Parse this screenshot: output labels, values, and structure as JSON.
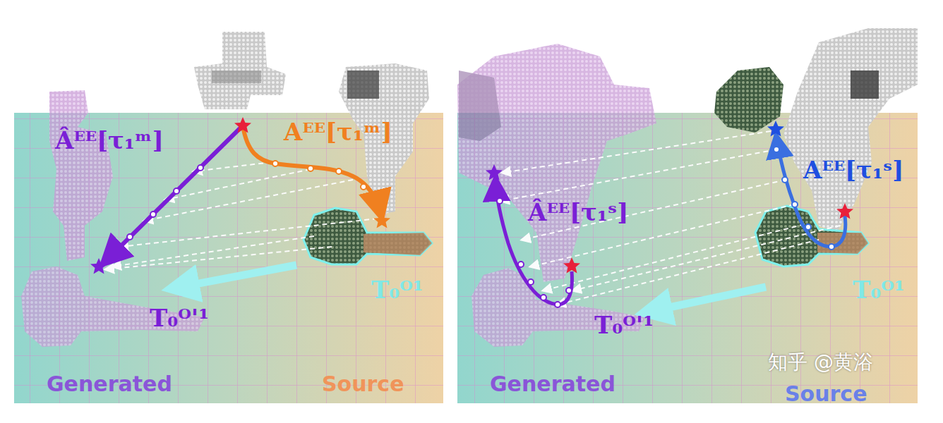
{
  "diagram": {
    "labels": [
      "Âᴱᴱ[τ₁ᵐ]",
      "Aᴱᴱ[τ₁ᵐ]",
      "T₀ᴼ¹",
      "T₀ᴼ'¹",
      "Generated",
      "Source",
      "Aᴱᴱ[τ₁ˢ]",
      "Âᴱᴱ[τ₁ˢ]",
      "T₀ᴼ¹",
      "T₀ᴼ'¹",
      "Generated",
      "Source",
      "知乎 @黄浴"
    ]
  }
}
